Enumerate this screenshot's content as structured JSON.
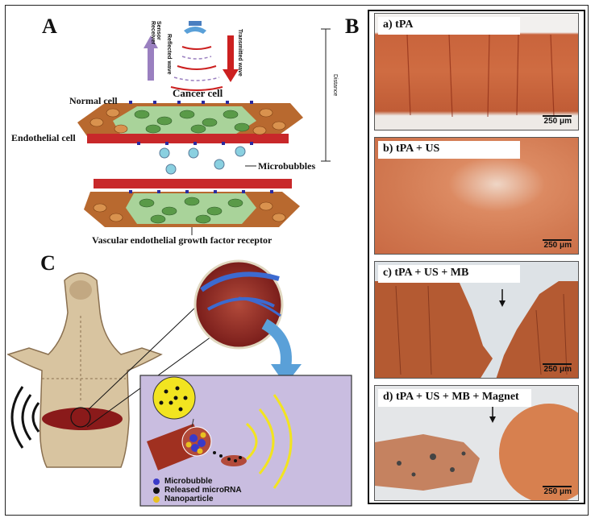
{
  "panels": {
    "a": "A",
    "b": "B",
    "c": "C"
  },
  "panel_a": {
    "sensor_receiver": "Sensor Receiver",
    "reflected_wave": "Reflected wave",
    "transmitted_wave": "Transmitted wave",
    "distance": "Distance",
    "cancer_cell": "Cancer cell",
    "normal_cell": "Normal cell",
    "endothelial_cell": "Endothelial cell",
    "microbubbles": "Microbubbles",
    "vegf_receptor": "Vascular endothelial growth factor receptor"
  },
  "panel_b": {
    "items": [
      {
        "label": "a) tPA",
        "scale": "250 μm"
      },
      {
        "label": "b) tPA + US",
        "scale": "250 μm"
      },
      {
        "label": "c) tPA + US + MB",
        "scale": "250 μm"
      },
      {
        "label": "d) tPA + US + MB + Magnet",
        "scale": "250 μm"
      }
    ]
  },
  "panel_c": {
    "legend": [
      {
        "label": "Microbubble",
        "color": "#3a3ac8"
      },
      {
        "label": "Released microRNA",
        "color": "#111111"
      },
      {
        "label": "Nanoparticle",
        "color": "#e8c020"
      }
    ]
  },
  "colors": {
    "tissue": "#c9643c",
    "tissue_light": "#dc8a62",
    "blood": "#8a1a1a",
    "inset_bg": "#c9bde0",
    "arrow_blue": "#5aa0d8"
  }
}
